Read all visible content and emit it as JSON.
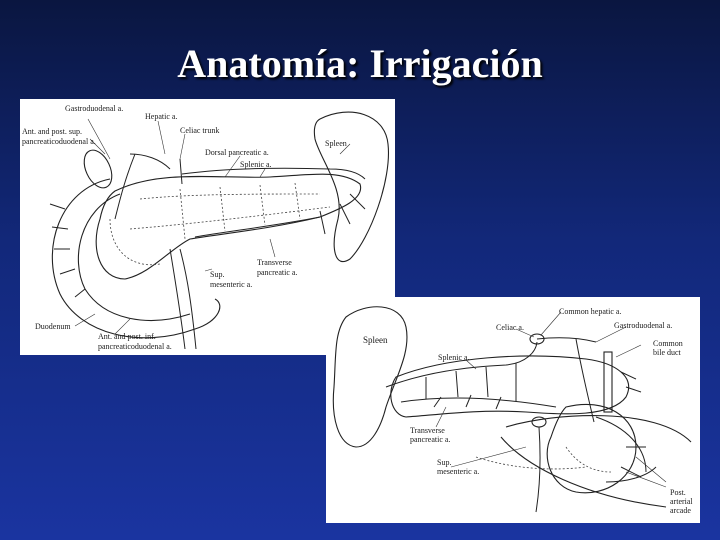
{
  "slide": {
    "title": "Anatomía: Irrigación"
  },
  "figure1": {
    "labels": {
      "gastroduodenal": "Gastroduodenal a.",
      "ant_post_sup_1": "Ant. and post. sup.",
      "ant_post_sup_2": "pancreaticoduodenal a.",
      "hepatic": "Hepatic a.",
      "celiac_trunk": "Celiac trunk",
      "dorsal_pancreatic": "Dorsal pancreatic a.",
      "splenic": "Splenic a.",
      "spleen": "Spleen",
      "transverse_1": "Transverse",
      "transverse_2": "pancreatic a.",
      "sup_mesenteric_1": "Sup.",
      "sup_mesenteric_2": "mesenteric a.",
      "duodenum": "Duodenum",
      "ant_post_inf_1": "Ant. and post. inf.",
      "ant_post_inf_2": "pancreaticoduodenal a."
    }
  },
  "figure2": {
    "labels": {
      "common_hepatic": "Common hepatic a.",
      "gastroduodenal": "Gastroduodenal a.",
      "celiac": "Celiac a.",
      "common_bile_1": "Common",
      "common_bile_2": "bile duct",
      "spleen": "Spleen",
      "splenic": "Splenic a.",
      "transverse_1": "Transverse",
      "transverse_2": "pancreatic a.",
      "sup_mesenteric_1": "Sup.",
      "sup_mesenteric_2": "mesenteric a.",
      "post_arcade_1": "Post.",
      "post_arcade_2": "arterial",
      "post_arcade_3": "arcade"
    }
  }
}
